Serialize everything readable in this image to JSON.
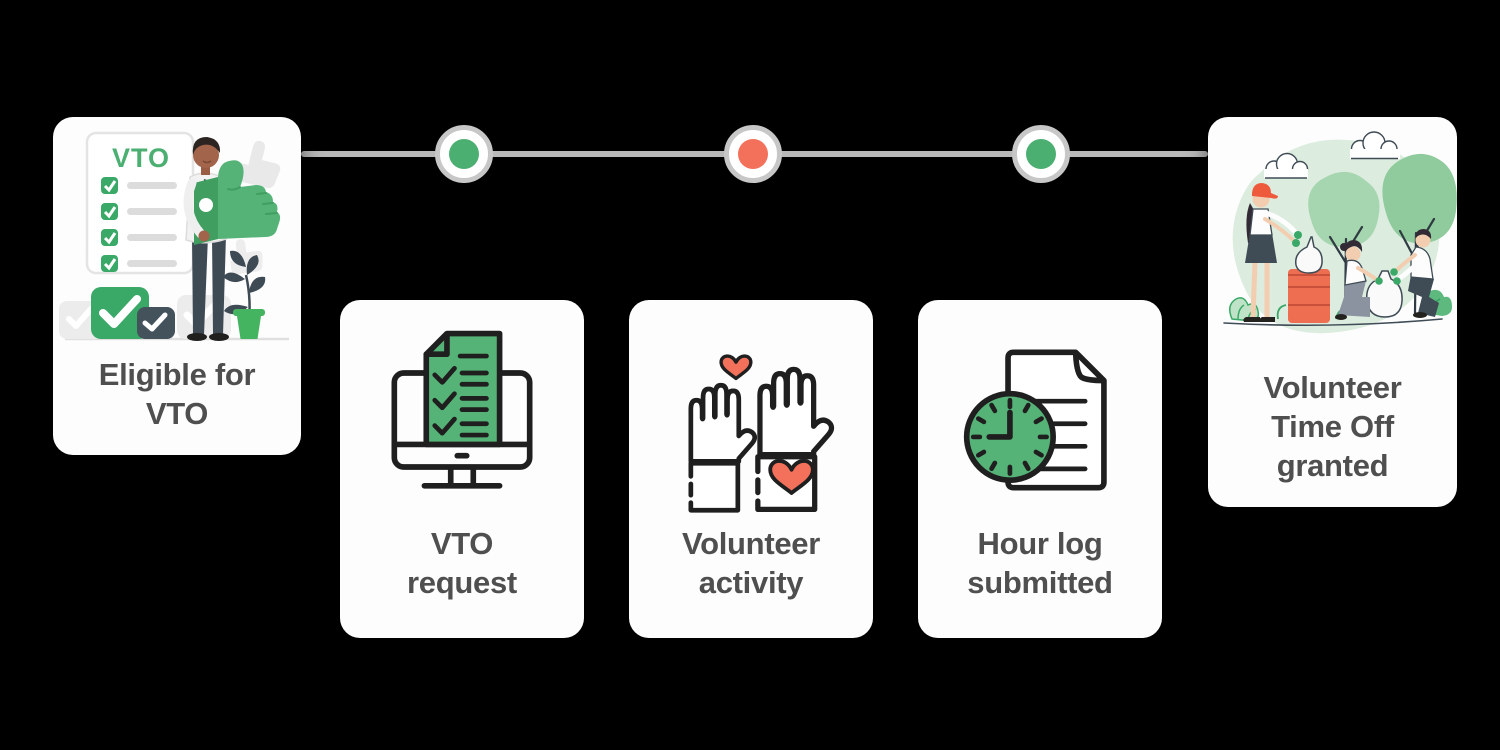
{
  "colors": {
    "canvas_bg": "#000000",
    "card_bg": "#fdfdfd",
    "caption_text": "#4f4f4f",
    "accent_green": "#4caf72",
    "icon_green": "#56b377",
    "icon_green_dark": "#3f9e60",
    "accent_coral": "#f3705a",
    "outline_ink": "#1f1f1f",
    "timeline_line": "#b9b9b9",
    "timeline_ring": "#c7c7c7"
  },
  "timeline": {
    "milestones": [
      {
        "id": "milestone-1",
        "color": "#4caf72"
      },
      {
        "id": "milestone-2",
        "color": "#f3705a"
      },
      {
        "id": "milestone-3",
        "color": "#4caf72"
      }
    ]
  },
  "cards": [
    {
      "label": "Eligible for\nVTO",
      "illustration": "man-with-giant-thumbs-up-and-checklist",
      "checklist_title": "VTO"
    },
    {
      "label": "VTO\nrequest",
      "icon": "monitor-checklist-icon"
    },
    {
      "label": "Volunteer\nactivity",
      "icon": "raised-hands-hearts-icon"
    },
    {
      "label": "Hour log\nsubmitted",
      "icon": "clock-document-icon"
    },
    {
      "label": "Volunteer\nTime Off\ngranted",
      "illustration": "volunteers-cleaning-park"
    }
  ]
}
